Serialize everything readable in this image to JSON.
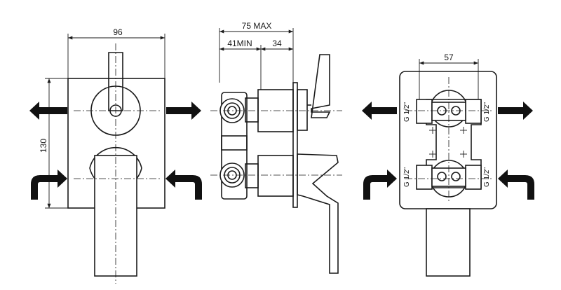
{
  "dimensions": {
    "front_width": "96",
    "front_height": "130",
    "side_max": "75 MAX",
    "side_min": "41MIN",
    "side_extra": "34",
    "rear_width": "57"
  },
  "thread_labels": {
    "upper_left": "G 1/2\"",
    "upper_right": "G 1/2\"",
    "lower_left": "G 1/2\"",
    "lower_right": "G 1/2\""
  }
}
